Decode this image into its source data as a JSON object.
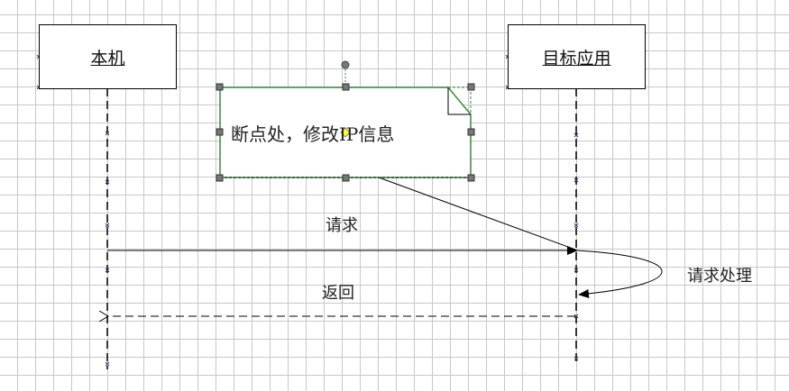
{
  "lifelines": [
    {
      "name": "本机"
    },
    {
      "name": "目标应用"
    }
  ],
  "note": {
    "text": "断点处，修改IP信息"
  },
  "messages": [
    {
      "label": "请求",
      "type": "sync"
    },
    {
      "label": "请求处理",
      "type": "self"
    },
    {
      "label": "返回",
      "type": "return"
    }
  ],
  "colors": {
    "selection": "#3a8a3a",
    "grid": "#c8c8c8",
    "handle": "#666666"
  }
}
